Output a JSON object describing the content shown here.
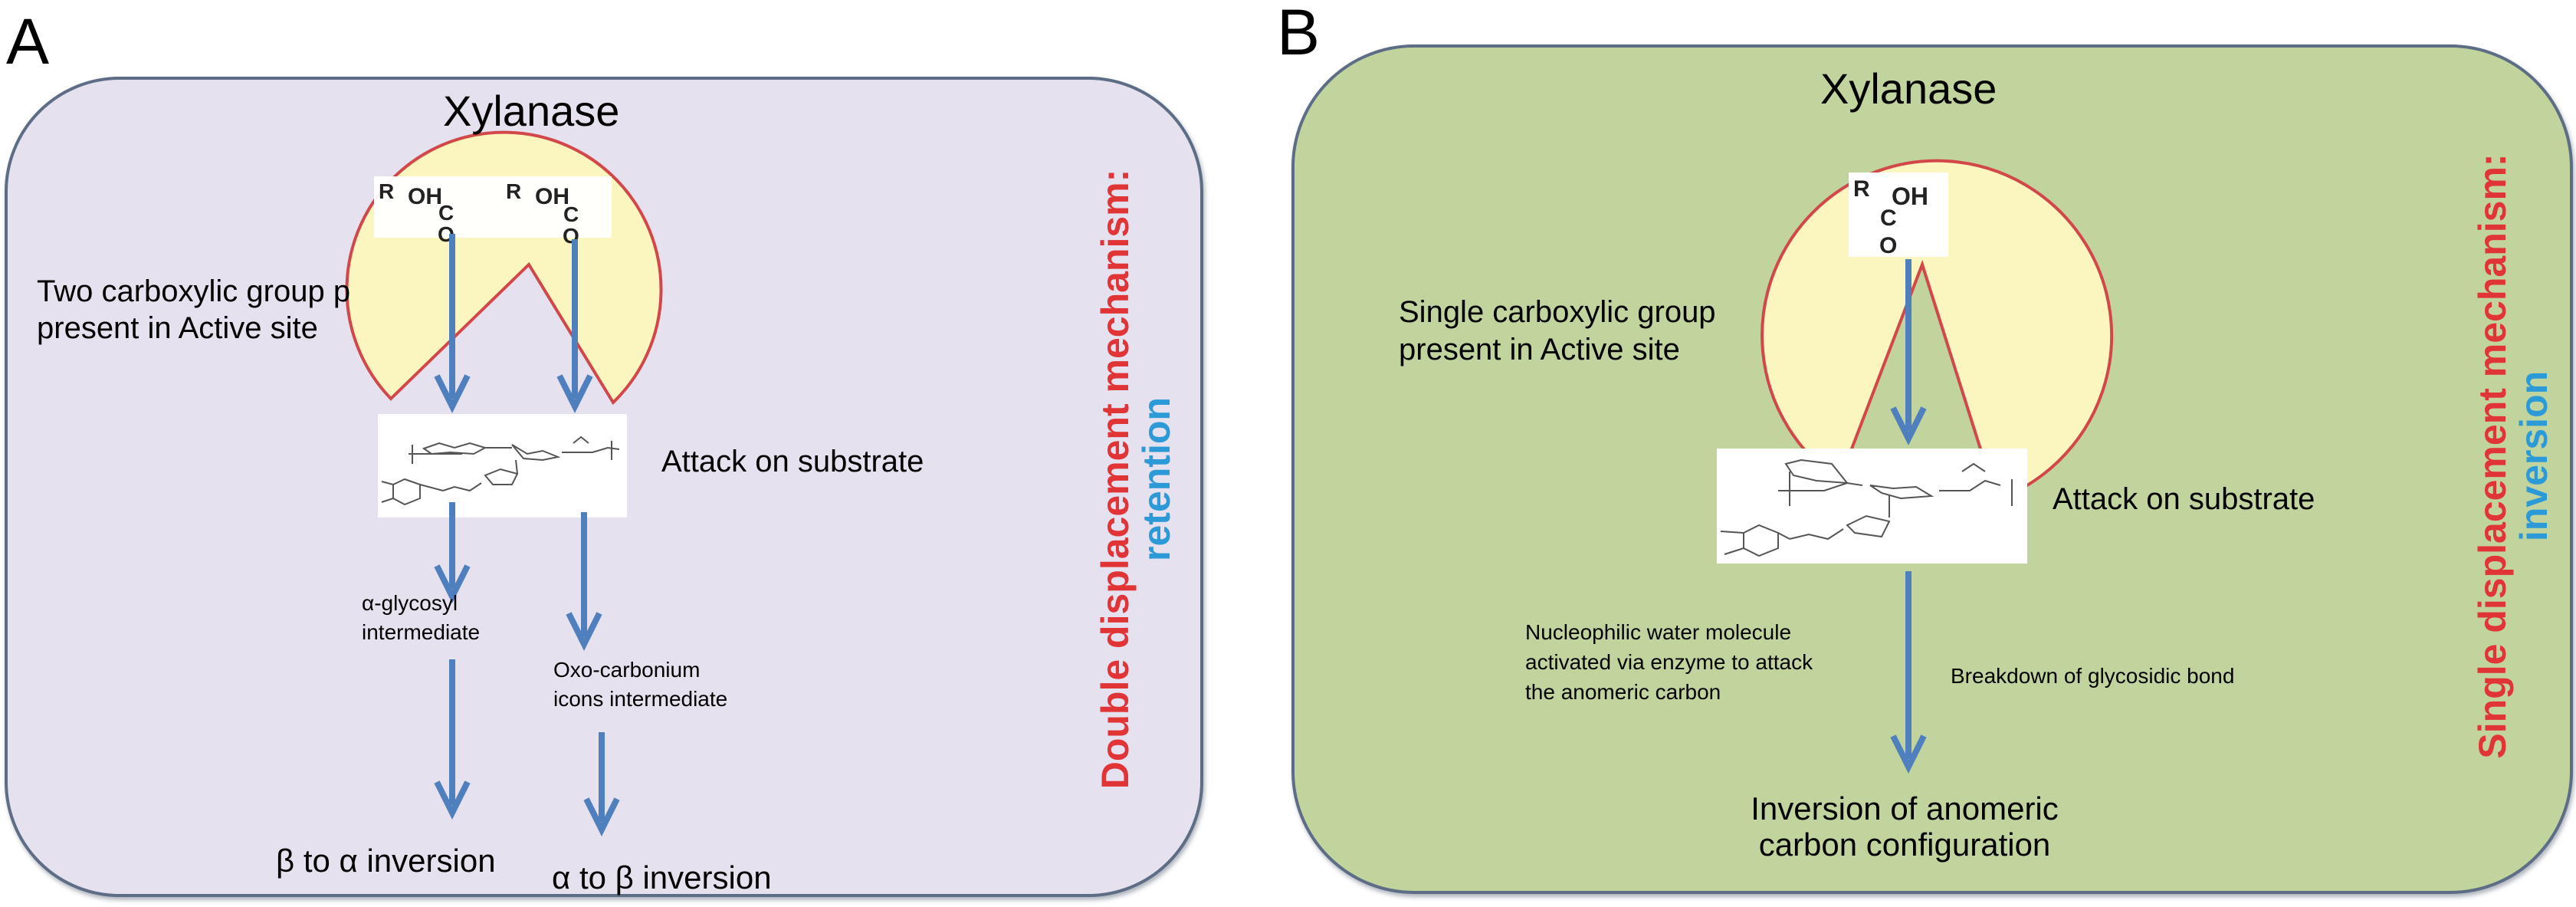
{
  "colors": {
    "panel_a_fill": "#e6e1ee",
    "panel_b_fill": "#c2d49e",
    "enzyme_fill": "#fbf5c0",
    "enzyme_outline": "#d2484a",
    "arrow": "#4f7fbd",
    "mechanism_red": "#e03436",
    "mechanism_blue": "#2b9ad6"
  },
  "panel_a": {
    "label": "A",
    "enzyme_title": "Xylanase",
    "active_site_note": [
      "Two carboxylic group p",
      "present in Active site"
    ],
    "carboxyl_groups": [
      {
        "r": "R",
        "oh": "OH",
        "c": "C",
        "o": "O"
      },
      {
        "r": "R",
        "oh": "OH",
        "c": "C",
        "o": "O"
      }
    ],
    "substrate_label": "Attack on substrate",
    "left_path": {
      "intermediate": [
        "α-glycosyl",
        "intermediate"
      ],
      "result": "β to α inversion"
    },
    "right_path": {
      "intermediate": [
        "Oxo-carbonium",
        "icons intermediate"
      ],
      "result": "α to β inversion"
    },
    "mechanism": {
      "line1": "Double displacement mechanism:",
      "line2": "retention"
    }
  },
  "panel_b": {
    "label": "B",
    "enzyme_title": "Xylanase",
    "active_site_note": [
      "Single carboxylic group",
      "present in Active site"
    ],
    "carboxyl_group": {
      "r": "R",
      "oh": "OH",
      "c": "C",
      "o": "O"
    },
    "substrate_label": "Attack on substrate",
    "water_note": [
      "Nucleophilic water molecule",
      "activated via enzyme to attack",
      "the anomeric carbon"
    ],
    "bond_note": "Breakdown of glycosidic bond",
    "result": [
      "Inversion of anomeric",
      "carbon configuration"
    ],
    "mechanism": {
      "line1": "Single displacement mechanism:",
      "line2": "inversion"
    }
  }
}
